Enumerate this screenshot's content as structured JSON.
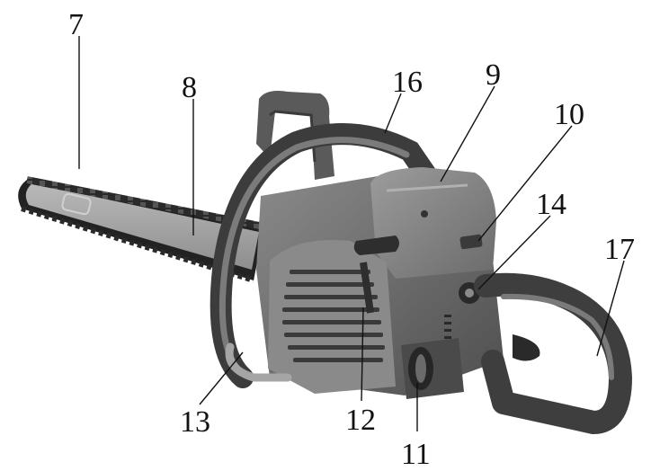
{
  "figure": {
    "subject": "chainsaw",
    "callouts": [
      {
        "id": "7",
        "label": "7"
      },
      {
        "id": "8",
        "label": "8"
      },
      {
        "id": "9",
        "label": "9"
      },
      {
        "id": "10",
        "label": "10"
      },
      {
        "id": "11",
        "label": "11"
      },
      {
        "id": "12",
        "label": "12"
      },
      {
        "id": "13",
        "label": "13"
      },
      {
        "id": "14",
        "label": "14"
      },
      {
        "id": "16",
        "label": "16"
      },
      {
        "id": "17",
        "label": "17"
      }
    ]
  }
}
